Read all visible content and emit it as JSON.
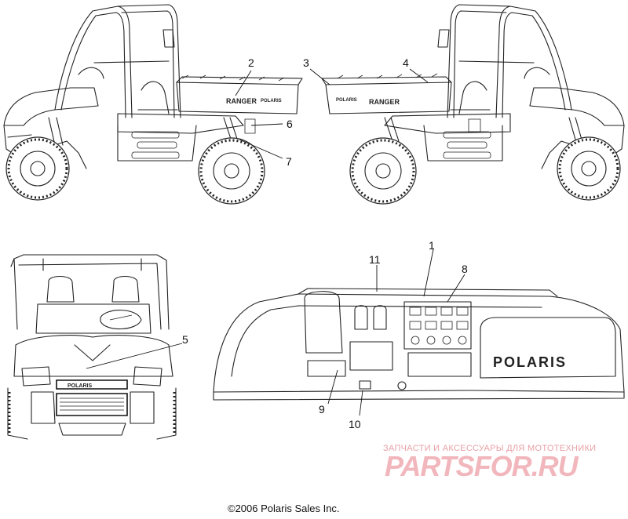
{
  "callouts": {
    "c1": "1",
    "c2": "2",
    "c3": "3",
    "c4": "4",
    "c5": "5",
    "c6": "6",
    "c7": "7",
    "c8": "8",
    "c9": "9",
    "c10": "10",
    "c11": "11"
  },
  "decals": {
    "ranger": "RANGER",
    "polaris_small": "POLARIS",
    "polaris_dash": "POLARIS"
  },
  "watermark": {
    "subtitle": "ЗАПЧАСТИ И АКСЕССУАРЫ ДЛЯ МОТОТЕХНИКИ",
    "brand": "PARTSFOR.RU"
  },
  "copyright": "©2006 Polaris Sales Inc.",
  "colors": {
    "line": "#222222",
    "watermark": "#f1b7bc",
    "background": "#ffffff"
  }
}
